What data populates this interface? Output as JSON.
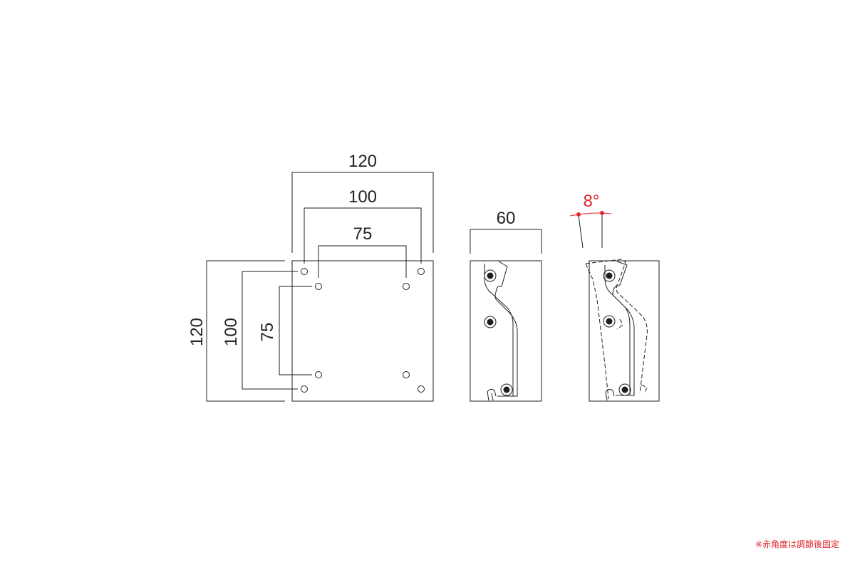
{
  "colors": {
    "line": "#1f1f1f",
    "accent": "#e0262b",
    "background": "#ffffff"
  },
  "front_view": {
    "width_labels": {
      "outer": "120",
      "mid": "100",
      "inner": "75"
    },
    "height_labels": {
      "outer": "120",
      "mid": "100",
      "inner": "75"
    }
  },
  "side_view": {
    "depth_label": "60"
  },
  "tilt_view": {
    "angle_label": "8°"
  },
  "note": "※赤角度は調節後固定"
}
